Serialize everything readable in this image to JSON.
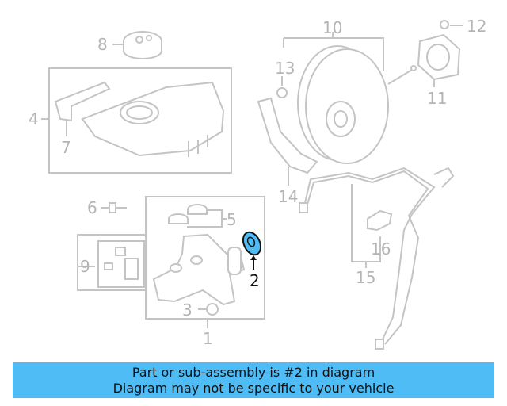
{
  "diagram": {
    "callouts": [
      "1",
      "2",
      "3",
      "4",
      "5",
      "6",
      "7",
      "8",
      "9",
      "10",
      "11",
      "12",
      "13",
      "14",
      "15",
      "16"
    ],
    "selected_part": "2",
    "highlight_color": "#4fbcf5",
    "line_color": "#c4c4c4"
  },
  "banner": {
    "line1": "Part or sub-assembly is #2 in diagram",
    "line2": "Diagram may not be specific to your vehicle",
    "background": "#4fbcf5"
  }
}
